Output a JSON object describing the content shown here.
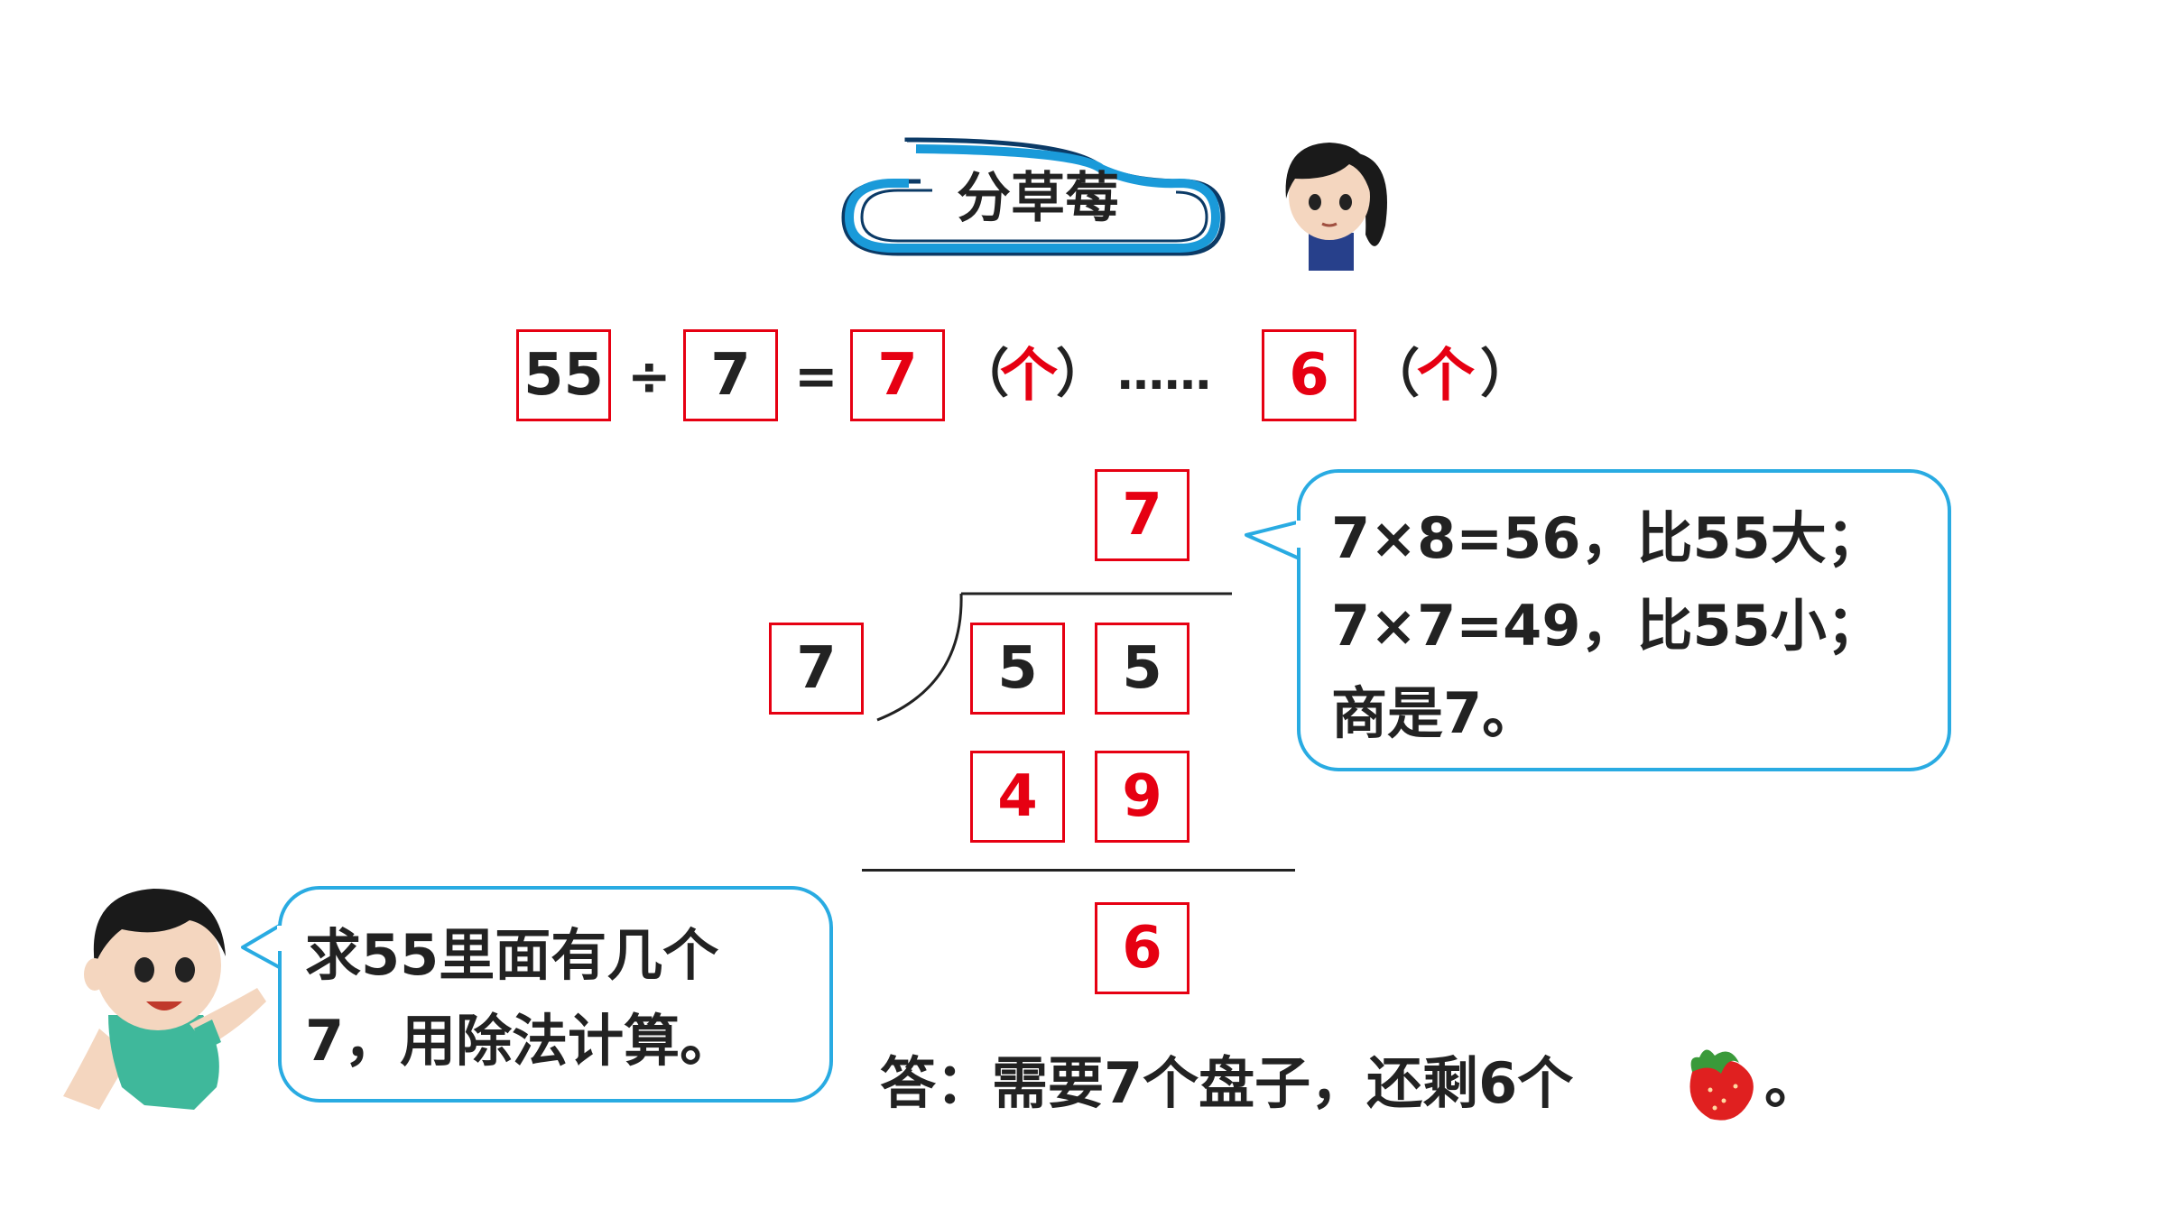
{
  "title": "分草莓",
  "equation": {
    "dividend": "55",
    "div_sign": "÷",
    "divisor": "7",
    "equals": "=",
    "quotient": "7",
    "unit_open_1": "（",
    "unit_1": "个",
    "unit_close_1": "）",
    "ellipsis": "……",
    "remainder": "6",
    "unit_open_2": "（",
    "unit_2": "个",
    "unit_close_2": "）"
  },
  "long_division": {
    "quotient": "7",
    "divisor": "7",
    "dividend_tens": "5",
    "dividend_ones": "5",
    "product_tens": "4",
    "product_ones": "9",
    "remainder": "6"
  },
  "hint_bubble": {
    "line1": "7×8=56，比55大；",
    "line2": "7×7=49，比55小；",
    "line3": "商是7。"
  },
  "boy_bubble": {
    "line1": "求55里面有几个",
    "line2": "7，用除法计算。"
  },
  "answer": {
    "text": "答：需要7个盘子，还剩6个",
    "end": "。"
  },
  "colors": {
    "box_border": "#e60012",
    "answer_red": "#e60012",
    "bubble_border": "#29abe2",
    "title_border": "#1a9ad9"
  },
  "icons": [
    "girl-icon",
    "boy-icon",
    "strawberry-icon"
  ]
}
